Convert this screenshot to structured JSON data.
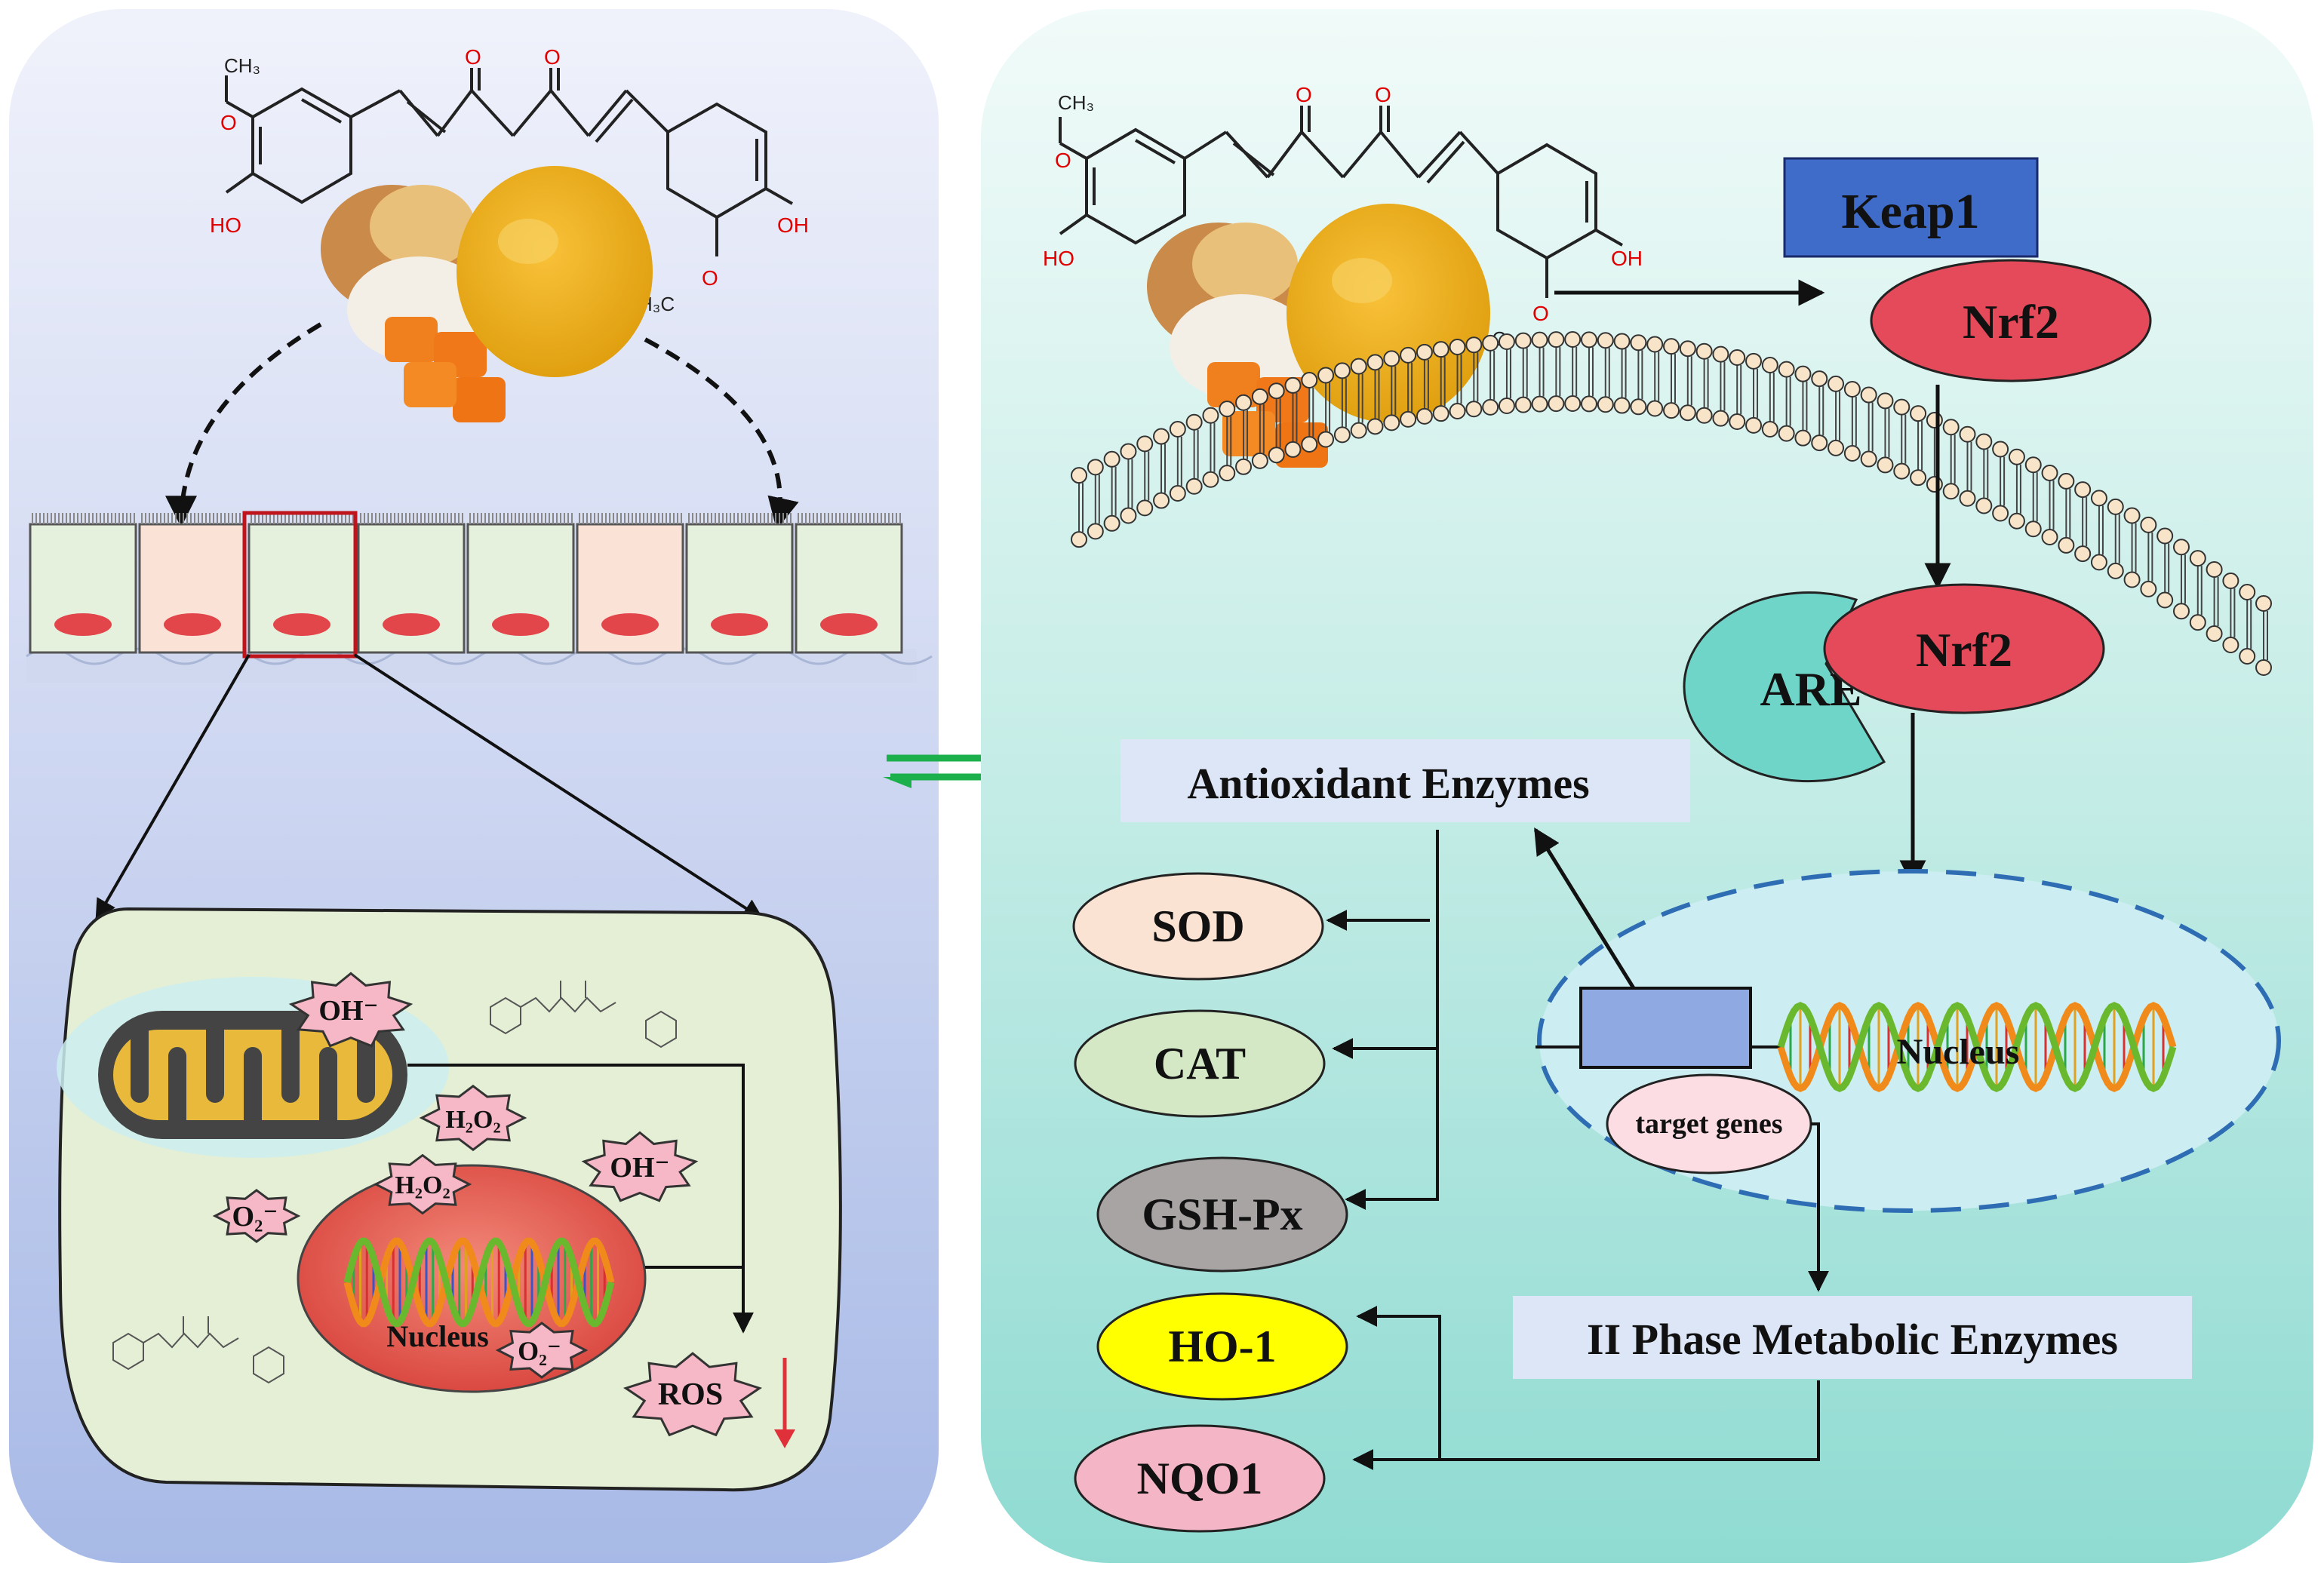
{
  "molecule": {
    "ch3_top": "CH₃",
    "o": "O",
    "ho": "HO",
    "oh": "OH",
    "h3c": "H₃C"
  },
  "labels": {
    "keap1": "Keap1",
    "nrf2_top": "Nrf2",
    "nrf2_mid": "Nrf2",
    "are": "ARE",
    "antioxidant_enzymes": "Antioxidant Enzymes",
    "nucleus_right": "Nucleus",
    "target_genes": "target genes",
    "phase2_enzymes": "II Phase Metabolic Enzymes",
    "nucleus_left": "Nucleus",
    "ros": "ROS"
  },
  "enzymes": [
    {
      "name": "SOD",
      "fill": "#fbe3d3"
    },
    {
      "name": "CAT",
      "fill": "#d4e8c6"
    },
    {
      "name": "GSH-Px",
      "fill": "#a8a4a4"
    },
    {
      "name": "HO-1",
      "fill": "#ffff00"
    },
    {
      "name": "NQO1",
      "fill": "#f4b6c6"
    }
  ],
  "radicals": {
    "oh1": "OH⁻",
    "h2o2_1": "H₂O₂",
    "oh2": "OH⁻",
    "h2o2_2": "H₂O₂",
    "o2_1": "O₂⁻",
    "o2_2": "O₂⁻"
  },
  "colors": {
    "left_panel_top": "#eef0fb",
    "left_panel_bottom": "#aabce6",
    "right_panel_top": "#effaf8",
    "right_panel_bottom": "#92dcd4",
    "keap1": "#3f6bc9",
    "nrf2": "#e54a5a",
    "are": "#6fd5c8",
    "cell_bg": "#e4efd5",
    "nucleus_red": "#e0504a",
    "equilibrium_arrows": "#1bb04c",
    "ros_arrow": "#e0303a"
  }
}
